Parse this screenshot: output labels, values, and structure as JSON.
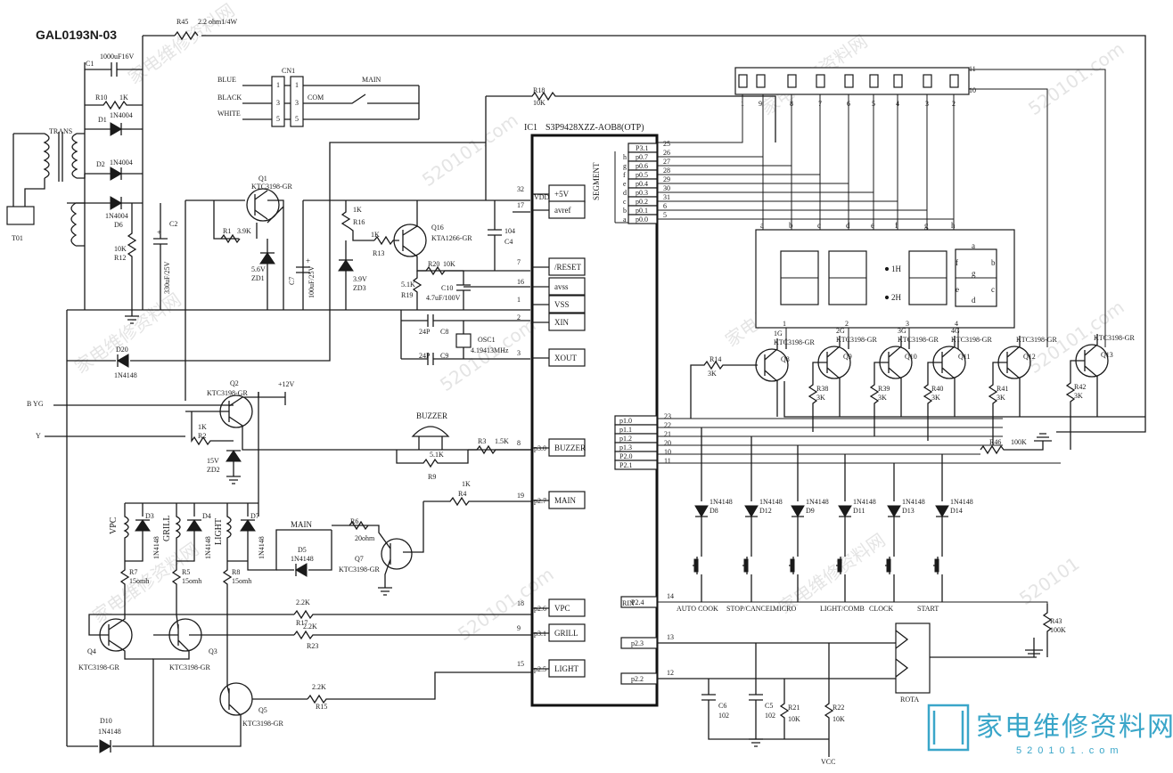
{
  "title": "GAL0193N-03",
  "watermark": {
    "site": "家电维修资料网",
    "url": "520101.com",
    "url_short": "520101",
    "logo_url": "520101.com"
  },
  "ic": {
    "ref": "IC1",
    "part": "S3P9428XZZ-AOB8(OTP)",
    "segment_label": "SEGMENT",
    "inner_labels": [
      "+5V",
      "avref",
      "/RESET",
      "avss",
      "VSS",
      "XIN",
      "XOUT",
      "BUZZER",
      "MAIN",
      "VPC",
      "GRILL",
      "LIGHT"
    ],
    "left_pins": [
      "32",
      "17",
      "7",
      "16",
      "1",
      "2",
      "3",
      "8",
      "19",
      "18",
      "9",
      "15"
    ],
    "left_port_labels": [
      "VDD",
      "p3.0",
      "p2.7",
      "p2.6",
      "p3.1",
      "p2.5"
    ],
    "seg_pins": [
      "25",
      "26",
      "27",
      "28",
      "29",
      "30",
      "31",
      "6",
      "5"
    ],
    "seg_ports": [
      "P3.1",
      "p0.7",
      "p0.6",
      "p0.5",
      "p0.4",
      "p0.3",
      "p0.2",
      "p0.1",
      "p0.0"
    ],
    "seg_letters": [
      "h",
      "g",
      "f",
      "e",
      "d",
      "c",
      "b",
      "a"
    ],
    "right_ports": [
      "p1.0",
      "p1.1",
      "p1.2",
      "p1.3",
      "P2.0",
      "P2.1"
    ],
    "right_pins": [
      "23",
      "22",
      "21",
      "20",
      "10",
      "11"
    ],
    "bottom_ports": [
      "P2.4",
      "p2.3",
      "p2.2"
    ],
    "bottom_pins": [
      "14",
      "13",
      "12"
    ],
    "rin": "RIN"
  },
  "components": {
    "r45": "R45",
    "r45v": "2.2 ohm1/4W",
    "c1": "C1",
    "c1v": "1000uF16V",
    "r10": "R10",
    "r10v": "1K",
    "d1": "D1",
    "d1v": "1N4004",
    "d2": "D2",
    "d2v": "1N4004",
    "d6": "D6",
    "d6v": "1N4004",
    "trans": "TRANS",
    "t01": "T01",
    "c2": "C2",
    "c2v": "330uF/25V",
    "r12": "R12",
    "r12v": "10K",
    "q1": "Q1",
    "q1v": "KTC3198-GR",
    "r1": "R1",
    "r1v": "3.9K",
    "zd1": "ZD1",
    "zd1v": "5.6V",
    "c7": "C7",
    "c7v": "100uF/25V",
    "r16": "R16",
    "r16v": "1K",
    "zd3": "ZD3",
    "zd3v": "3.9V",
    "q16": "Q16",
    "q16v": "KTA1266-GR",
    "r13": "R13",
    "r13v": "1K",
    "c4": "C4",
    "c4v": "104",
    "r20": "R20",
    "r20v": "10K",
    "r19": "R19",
    "r19v": "5.1K",
    "c10": "C10",
    "c10v": "4.7uF/100V",
    "c8": "C8",
    "c8v": "24P",
    "c9": "C9",
    "c9v": "24P",
    "osc1": "OSC1",
    "osc1v": "4.19413MHz",
    "r18": "R18",
    "r18v": "10K",
    "d20": "D20",
    "d20v": "1N4148",
    "q2": "Q2",
    "q2v": "KTC3198-GR",
    "v12": "+12V",
    "r2": "R2",
    "r2v": "1K",
    "zd2": "ZD2",
    "zd2v": "15V",
    "buzzer": "BUZZER",
    "r3": "R3",
    "r3v": "1.5K",
    "r9": "R9",
    "r9v": "5.1K",
    "r4": "R4",
    "r4v": "1K",
    "vpc": "VPC",
    "grill": "GRILL",
    "light": "LIGHT",
    "main": "MAIN",
    "d3": "D3",
    "d4": "D4",
    "d7": "D7",
    "d5": "D5",
    "dv": "1N4148",
    "r6": "R6",
    "r6v": "20ohm",
    "q7": "Q7",
    "q7v": "KTC3198-GR",
    "r7": "R7",
    "r5": "R5",
    "r8": "R8",
    "rv15": "15omh",
    "r17": "R17",
    "r23": "R23",
    "r15": "R15",
    "rv22": "2.2K",
    "q4": "Q4",
    "q3": "Q3",
    "q5": "Q5",
    "qv": "KTC3198-GR",
    "d10": "D10",
    "cn1": "CN1",
    "blue": "BLUE",
    "black": "BLACK",
    "white": "WHITE",
    "com": "COM",
    "b_yg": "B  YG",
    "y": "Y",
    "r14": "R14",
    "r14v": "3K",
    "r38": "R38",
    "r39": "R39",
    "r40": "R40",
    "r41": "R41",
    "r42": "R42",
    "r3k": "3K",
    "q8": "Q8",
    "q9": "Q9",
    "q10": "Q10",
    "q11": "Q11",
    "q12": "Q12",
    "q13": "Q13",
    "g1": "1G",
    "g2": "2G",
    "g3": "3G",
    "g4": "4G",
    "r46": "R46",
    "r46v": "100K",
    "r43": "R43",
    "r43v": "100K",
    "d8": "D8",
    "d12": "D12",
    "d9": "D9",
    "d11": "D11",
    "d13": "D13",
    "d14": "D14",
    "c6": "C6",
    "c5": "C5",
    "c102": "102",
    "r21": "R21",
    "r22": "R22",
    "r10k": "10K",
    "vcc": "VCC",
    "rota": "ROTA",
    "h1": "1H",
    "h2": "2H"
  },
  "keys": [
    "AUTO COOK",
    "STOP/CANCEL",
    "MICRO",
    "LIGHT/COMB",
    "CLOCK",
    "START"
  ],
  "connector_pins": [
    "1",
    "9",
    "8",
    "7",
    "6",
    "5",
    "4",
    "3",
    "2",
    "11",
    "10"
  ],
  "digit_pins": [
    "1",
    "2",
    "3",
    "4"
  ],
  "seg_a": "a",
  "seg_b": "b",
  "seg_c": "c",
  "seg_d": "d",
  "seg_e": "e",
  "seg_f": "f",
  "seg_g": "g",
  "seg_h": "h"
}
